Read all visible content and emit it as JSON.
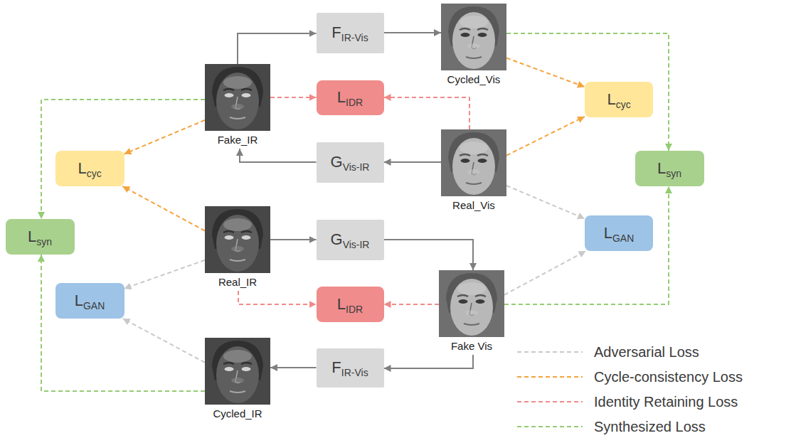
{
  "diagram": {
    "nodes": [
      {
        "text": [
          "F",
          "IR-Vis"
        ]
      },
      {
        "text": [
          "Cycled_Vis"
        ]
      },
      {
        "text": [
          "Fake_IR"
        ]
      },
      {
        "text": [
          "L",
          "IDR"
        ]
      },
      {
        "text": [
          "L",
          "cyc"
        ]
      },
      {
        "text": [
          "Real_Vis"
        ]
      },
      {
        "text": [
          "G",
          "Vis-IR"
        ]
      },
      {
        "text": [
          "L",
          "cyc"
        ]
      },
      {
        "text": [
          "L",
          "syn"
        ]
      },
      {
        "text": [
          "L",
          "GAN"
        ]
      },
      {
        "text": [
          "Real_IR"
        ]
      },
      {
        "text": [
          "G",
          "Vis-IR"
        ]
      },
      {
        "text": [
          "L",
          "syn"
        ]
      },
      {
        "text": [
          "Fake Vis"
        ]
      },
      {
        "text": [
          "L",
          "GAN"
        ]
      },
      {
        "text": [
          "L",
          "IDR"
        ]
      },
      {
        "text": [
          "F",
          "IR-Vis"
        ]
      },
      {
        "text": [
          "Cycled_IR"
        ]
      }
    ],
    "edges": [
      {
        "from": 2,
        "to": 0,
        "arrow": "to"
      },
      {
        "from": 0,
        "to": 1,
        "arrow": "to"
      },
      {
        "from": 5,
        "to": 6,
        "arrow": "to"
      },
      {
        "from": 6,
        "to": 2,
        "arrow": "to"
      },
      {
        "from": 10,
        "to": 11,
        "arrow": "to"
      },
      {
        "from": 11,
        "to": 13,
        "arrow": "to"
      },
      {
        "from": 13,
        "to": 16,
        "arrow": "to"
      },
      {
        "from": 16,
        "to": 17,
        "arrow": "to"
      },
      {
        "from": 1,
        "to": 4,
        "arrow": "to"
      },
      {
        "from": 5,
        "to": 4,
        "arrow": "to"
      },
      {
        "from": 2,
        "to": 7,
        "arrow": "to"
      },
      {
        "from": 10,
        "to": 7,
        "arrow": "to"
      },
      {
        "from": 2,
        "to": 3,
        "arrow": "to"
      },
      {
        "from": 5,
        "to": 3,
        "arrow": "to"
      },
      {
        "from": 10,
        "to": 15,
        "arrow": "to"
      },
      {
        "from": 13,
        "to": 15,
        "arrow": "to"
      },
      {
        "from": 5,
        "to": 9,
        "arrow": "to"
      },
      {
        "from": 13,
        "to": 9,
        "arrow": "to"
      },
      {
        "from": 10,
        "to": 14,
        "arrow": "to"
      },
      {
        "from": 17,
        "to": 14,
        "arrow": "to"
      },
      {
        "from": 1,
        "to": 8,
        "arrow": "to"
      },
      {
        "from": 13,
        "to": 8,
        "arrow": "to"
      },
      {
        "from": 2,
        "to": 12,
        "arrow": "to"
      },
      {
        "from": 17,
        "to": 12,
        "arrow": "to"
      }
    ],
    "legend": [
      {
        "text": "Adversarial Loss"
      },
      {
        "text": "Cycle-consistency Loss"
      },
      {
        "text": "Identity Retaining Loss"
      },
      {
        "text": "Synthesized Loss"
      }
    ]
  }
}
